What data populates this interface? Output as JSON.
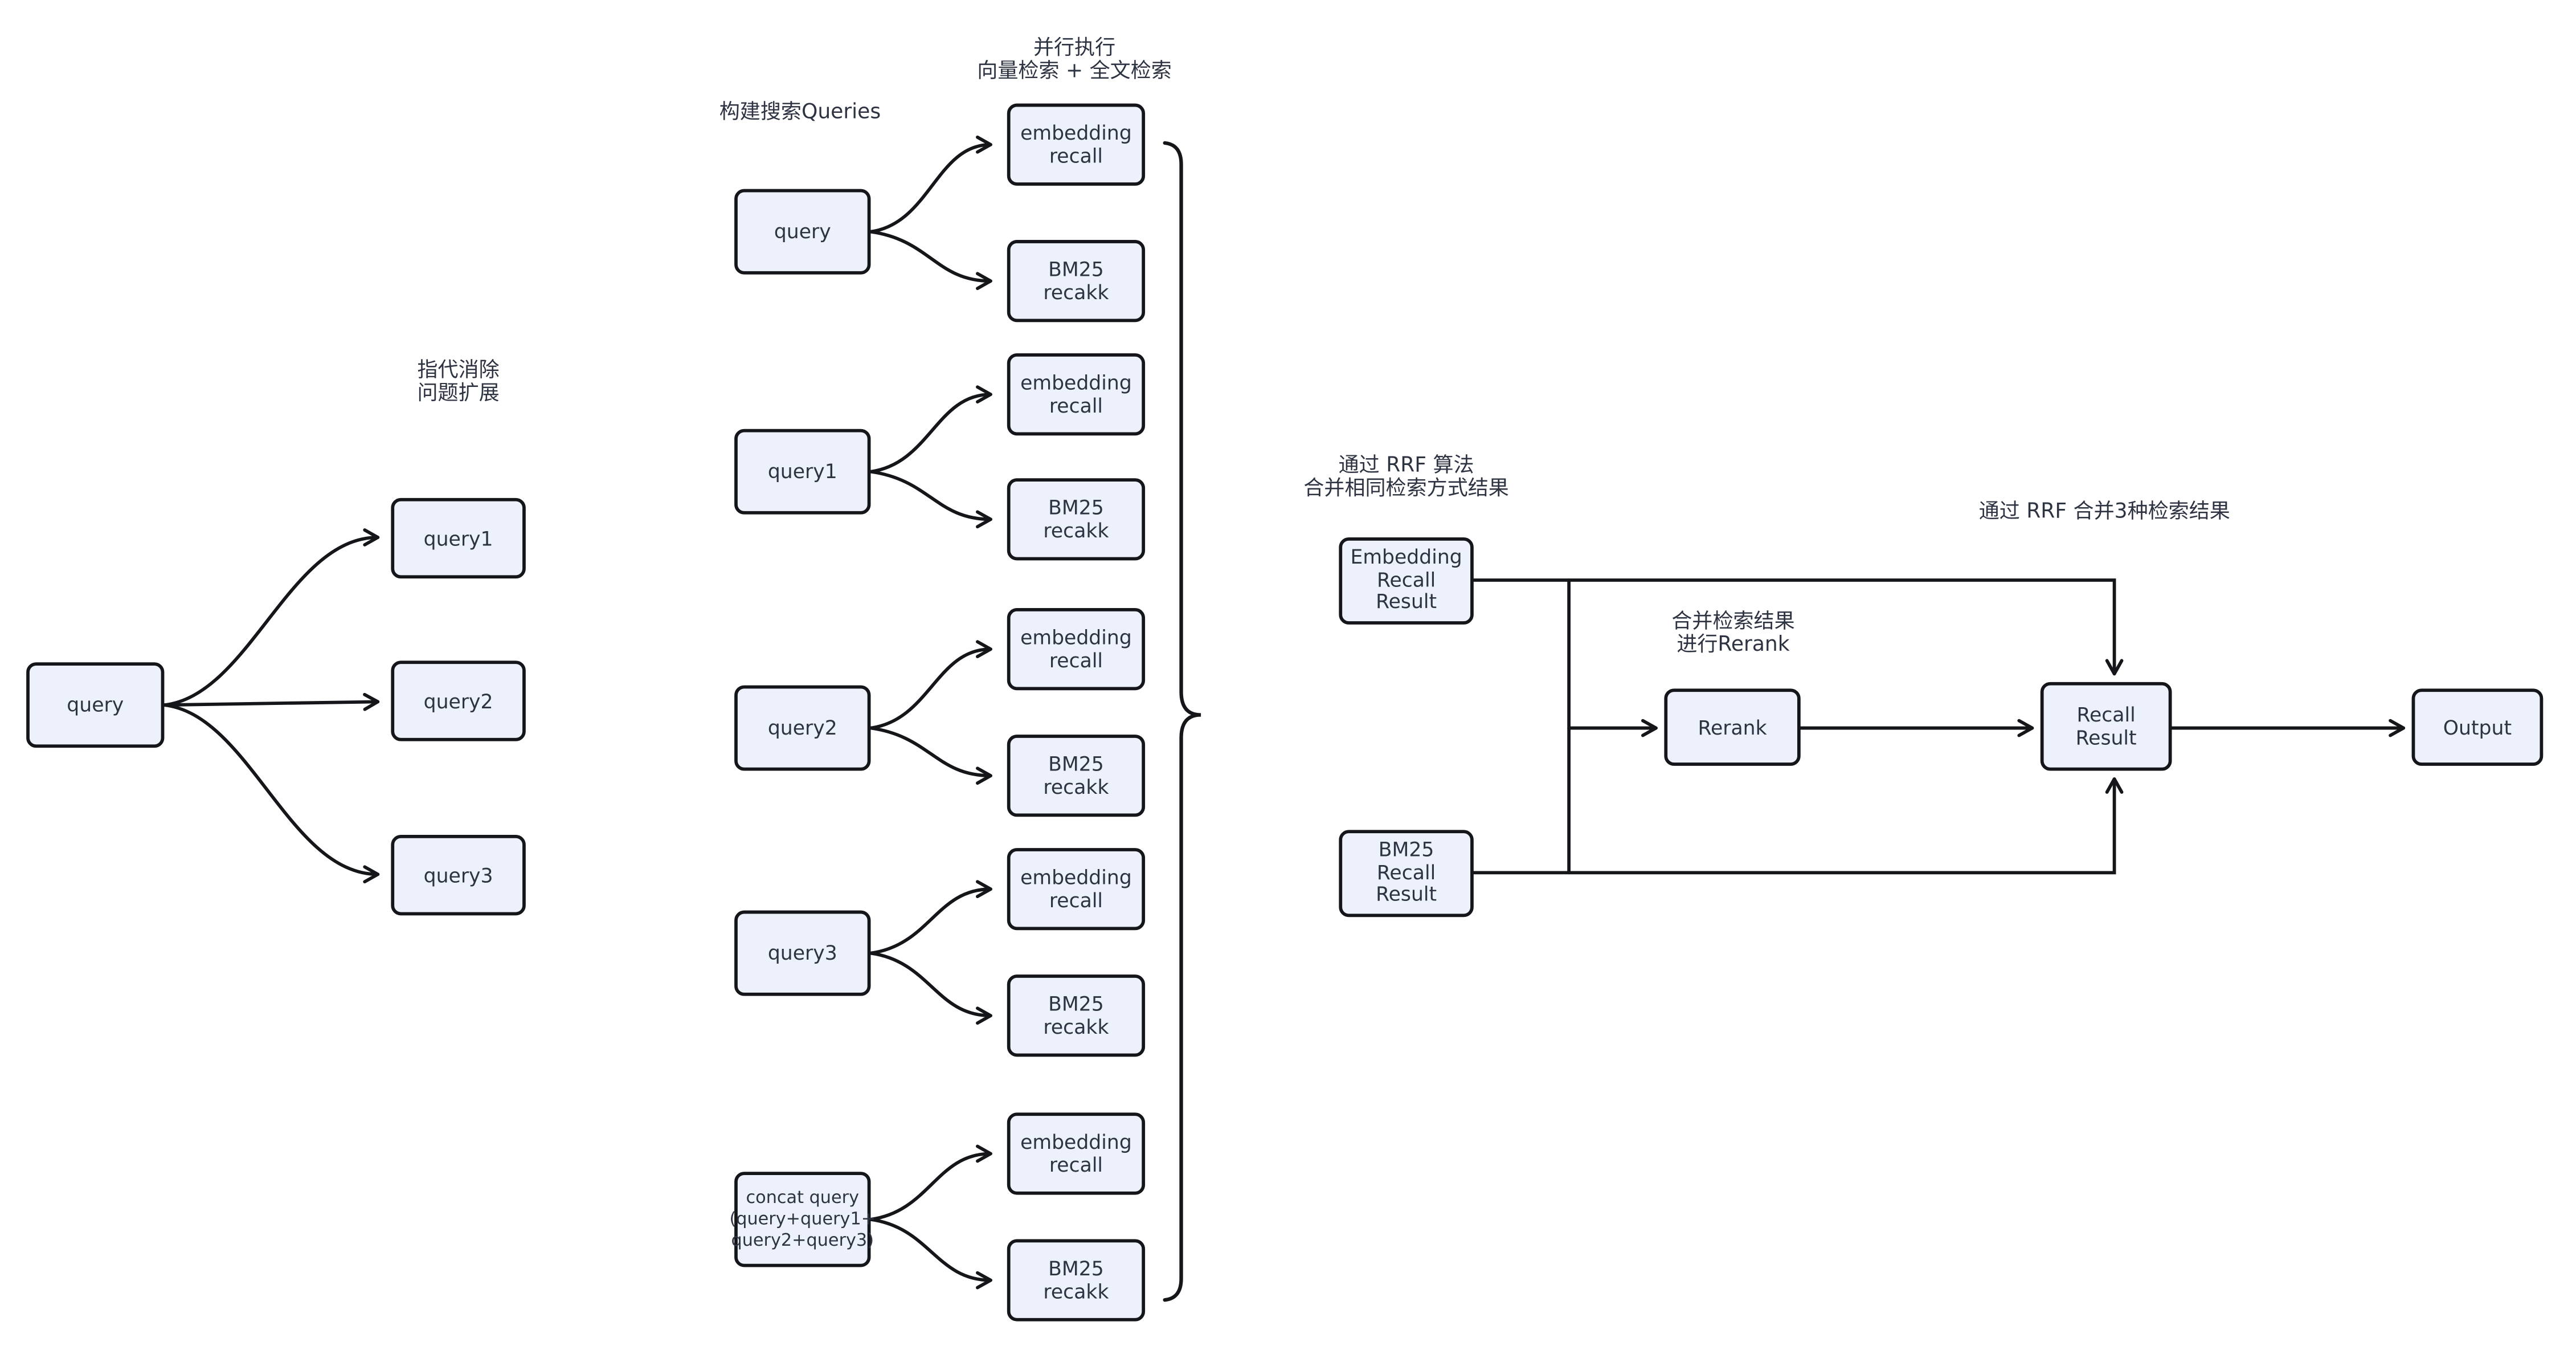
{
  "colors": {
    "background": "#ffffff",
    "node_fill": "#ecf1fb",
    "node_border": "#14161a",
    "arrow": "#14161a",
    "text": "#2e3342"
  },
  "stage_labels": {
    "coref_expand": "指代消除\n问题扩展",
    "build_queries": "构建搜索Queries",
    "parallel_exec": "并行执行\n向量检索 + 全文检索",
    "rrf_merge_same": "通过 RRF 算法\n合并相同检索方式结果",
    "merge_rerank": "合并检索结果\n进行Rerank",
    "rrf_merge_three": "通过 RRF 合并3种检索结果"
  },
  "left_flow": {
    "query": "query",
    "expansions": [
      "query1",
      "query2",
      "query3"
    ]
  },
  "search_groups": [
    {
      "source": "query",
      "vector": "embedding\nrecall",
      "fulltext": "BM25\nrecakk"
    },
    {
      "source": "query1",
      "vector": "embedding\nrecall",
      "fulltext": "BM25\nrecakk"
    },
    {
      "source": "query2",
      "vector": "embedding\nrecall",
      "fulltext": "BM25\nrecakk"
    },
    {
      "source": "query3",
      "vector": "embedding\nrecall",
      "fulltext": "BM25\nrecakk"
    },
    {
      "source": "concat query\n(query+query1+\nquery2+query3)",
      "vector": "embedding\nrecall",
      "fulltext": "BM25\nrecakk"
    }
  ],
  "merge_flow": {
    "embedding_result": "Embedding\nRecall\nResult",
    "bm25_result": "BM25\nRecall\nResult",
    "rerank": "Rerank",
    "recall_result": "Recall\nResult",
    "output": "Output"
  }
}
